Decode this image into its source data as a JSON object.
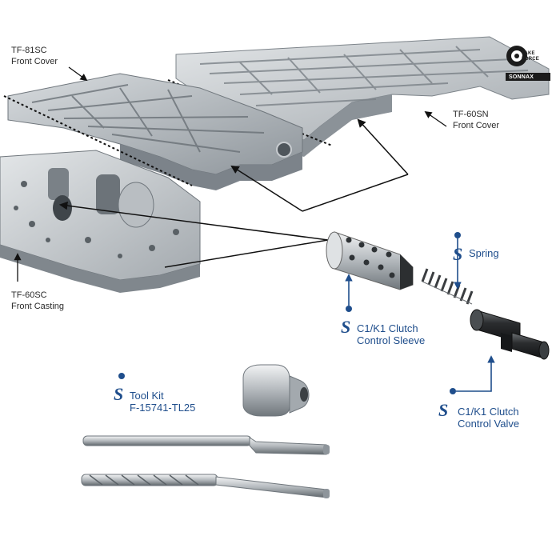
{
  "labels": {
    "tf81sc": [
      "TF-81SC",
      "Front Cover"
    ],
    "tf60sn": [
      "TF-60SN",
      "Front Cover"
    ],
    "tf60sc": [
      "TF-60SC",
      "Front Casting"
    ],
    "spring": "Spring",
    "sleeve": [
      "C1/K1 Clutch",
      "Control Sleeve"
    ],
    "valve": [
      "C1/K1 Clutch",
      "Control Valve"
    ],
    "toolkit": [
      "Tool Kit",
      "F-15741-TL25"
    ]
  },
  "logo": {
    "lines": [
      "TAKE",
      "FORCE",
      "SONNAX"
    ]
  },
  "colors": {
    "brand_blue": "#1f4e8c",
    "metal_light": "#cfd3d6",
    "metal_mid": "#9aa0a5",
    "metal_dark": "#5e6469",
    "valve_black": "#2b2d2f"
  }
}
